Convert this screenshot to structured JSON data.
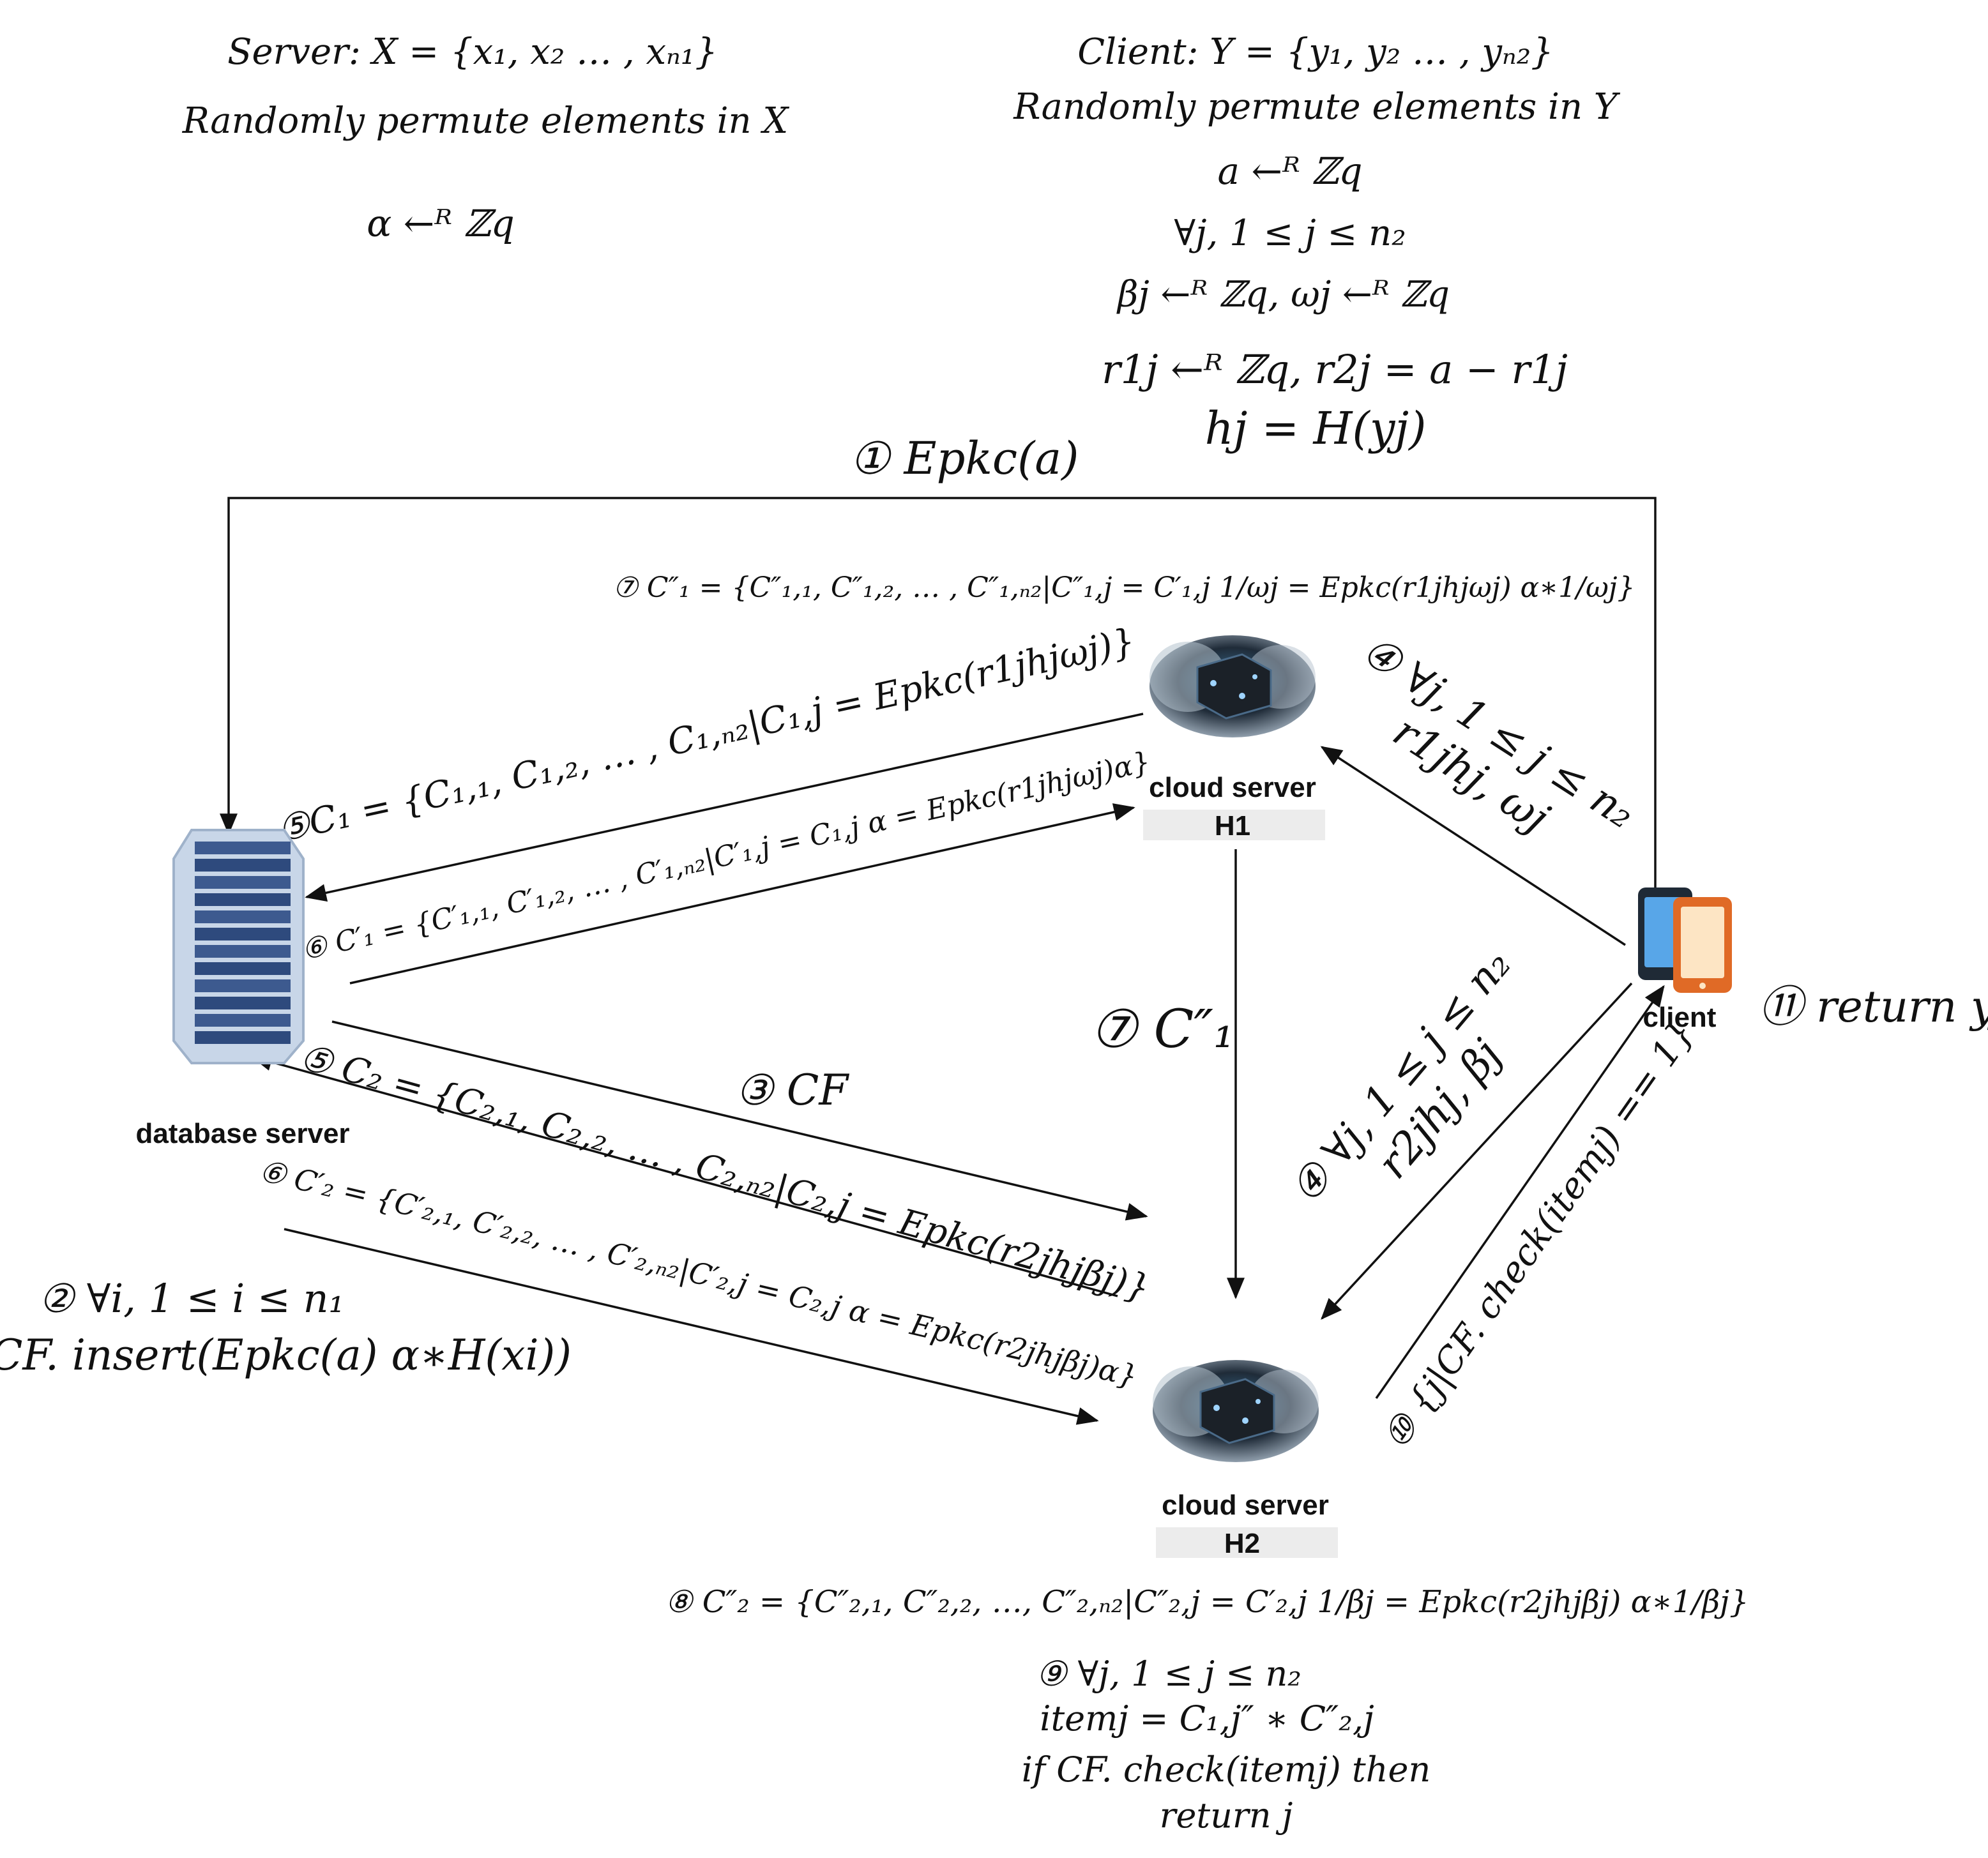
{
  "server_block": {
    "line1": "Server: X = {x₁, x₂ … , xₙ₁}",
    "line2": "Randomly permute elements in X",
    "line3": "α ←ᴿ ℤq"
  },
  "client_block": {
    "line1": "Client: Y = {y₁, y₂ … , yₙ₂}",
    "line2": "Randomly permute elements in Y",
    "line3": "a ←ᴿ ℤq",
    "line4": "∀j, 1 ≤ j ≤ n₂",
    "line5": "βj ←ᴿ ℤq, ωj ←ᴿ ℤq",
    "line6": "r1j ←ᴿ ℤq, r2j = a − r1j",
    "line7": "hj = H(yj)"
  },
  "nodes": {
    "database_server": "database server",
    "cloud_h1": [
      "cloud server",
      "H1"
    ],
    "cloud_h2": [
      "cloud server",
      "H2"
    ],
    "client": "client"
  },
  "steps": {
    "s1": "① Epkc(a)",
    "s2_line1": "②   ∀i, 1 ≤ i ≤ n₁",
    "s2_line2": "CF. insert(Epkc(a) α∗H(xi))",
    "s3": "③ CF",
    "s4_top_line1": "④  ∀j, 1 ≤ j ≤ n₂",
    "s4_top_line2": "r1jhj, ωj",
    "s4_bottom_line1": "④ ∀j, 1 ≤ j ≤ n₂",
    "s4_bottom_line2": "r2jhj, βj",
    "s5_top": "⑤C₁ = {C₁,₁, C₁,₂, … , C₁,ₙ₂|C₁,j = Epkc(r1jhjωj)}",
    "s5_bottom": "⑤ C₂ = {C₂,₁, C₂,₂, … , C₂,ₙ₂|C₂,j = Epkc(r2jhjβj)}",
    "s6_top": "⑥ C′₁ = {C′₁,₁, C′₁,₂, … , C′₁,ₙ₂|C′₁,j = C₁,j α = Epkc(r1jhjωj)α}",
    "s6_bottom": "⑥  C′₂ = {C′₂,₁, C′₂,₂, … , C′₂,ₙ₂|C′₂,j = C₂,j α = Epkc(r2jhjβj)α}",
    "s7_top": "⑦ C″₁ = {C″₁,₁, C″₁,₂, … , C″₁,ₙ₂|C″₁,j = C′₁,j 1/ωj = Epkc(r1jhjωj) α∗1/ωj}",
    "s7_mid": "⑦ C″₁",
    "s8": "⑧  C″₂ = {C″₂,₁, C″₂,₂, …, C″₂,ₙ₂|C″₂,j = C′₂,j 1/βj = Epkc(r2jhjβj) α∗1/βj}",
    "s9_line1": "⑨   ∀j, 1 ≤ j ≤ n₂",
    "s9_line2": "itemj = C₁,j″ ∗ C″₂,j",
    "s9_line3": "if CF. check(itemj) then",
    "s9_line4": "return j",
    "s10": "⑩ {j|CF. check(itemj) == 1}",
    "s11": "⑪ return yj"
  },
  "colors": {
    "server_blue": "#2e4a7d",
    "server_frame": "#c8d6e8",
    "phone_blue": "#58a6e8",
    "phone_orange": "#e06a26",
    "phone_cream": "#fde5c4",
    "cloud_grey": "#a9b8c6",
    "label_bg": "#ececec"
  }
}
